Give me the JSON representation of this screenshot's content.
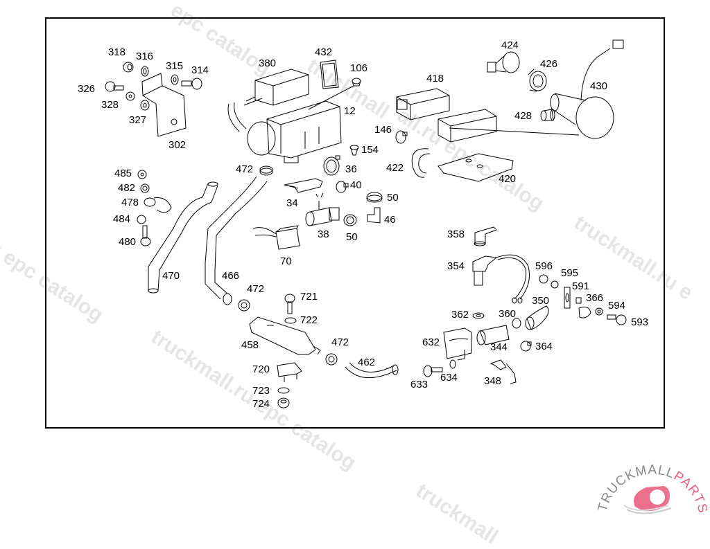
{
  "diagram": {
    "type": "exploded-parts-diagram",
    "callouts": [
      {
        "id": "318",
        "label": "318"
      },
      {
        "id": "316",
        "label": "316"
      },
      {
        "id": "315",
        "label": "315"
      },
      {
        "id": "314",
        "label": "314"
      },
      {
        "id": "326",
        "label": "326"
      },
      {
        "id": "328",
        "label": "328"
      },
      {
        "id": "327",
        "label": "327"
      },
      {
        "id": "302",
        "label": "302"
      },
      {
        "id": "380",
        "label": "380"
      },
      {
        "id": "432",
        "label": "432"
      },
      {
        "id": "106",
        "label": "106"
      },
      {
        "id": "12",
        "label": "12"
      },
      {
        "id": "154",
        "label": "154"
      },
      {
        "id": "472a",
        "label": "472"
      },
      {
        "id": "36",
        "label": "36"
      },
      {
        "id": "40",
        "label": "40"
      },
      {
        "id": "34",
        "label": "34"
      },
      {
        "id": "50a",
        "label": "50"
      },
      {
        "id": "46",
        "label": "46"
      },
      {
        "id": "38",
        "label": "38"
      },
      {
        "id": "50b",
        "label": "50"
      },
      {
        "id": "70",
        "label": "70"
      },
      {
        "id": "418",
        "label": "418"
      },
      {
        "id": "146",
        "label": "146"
      },
      {
        "id": "422",
        "label": "422"
      },
      {
        "id": "420",
        "label": "420"
      },
      {
        "id": "424",
        "label": "424"
      },
      {
        "id": "426",
        "label": "426"
      },
      {
        "id": "430",
        "label": "430"
      },
      {
        "id": "428",
        "label": "428"
      },
      {
        "id": "485",
        "label": "485"
      },
      {
        "id": "482",
        "label": "482"
      },
      {
        "id": "478",
        "label": "478"
      },
      {
        "id": "484",
        "label": "484"
      },
      {
        "id": "480",
        "label": "480"
      },
      {
        "id": "470",
        "label": "470"
      },
      {
        "id": "466",
        "label": "466"
      },
      {
        "id": "472b",
        "label": "472"
      },
      {
        "id": "721",
        "label": "721"
      },
      {
        "id": "722",
        "label": "722"
      },
      {
        "id": "458",
        "label": "458"
      },
      {
        "id": "472c",
        "label": "472"
      },
      {
        "id": "462",
        "label": "462"
      },
      {
        "id": "720",
        "label": "720"
      },
      {
        "id": "723",
        "label": "723"
      },
      {
        "id": "724",
        "label": "724"
      },
      {
        "id": "358",
        "label": "358"
      },
      {
        "id": "354",
        "label": "354"
      },
      {
        "id": "596",
        "label": "596"
      },
      {
        "id": "595",
        "label": "595"
      },
      {
        "id": "591",
        "label": "591"
      },
      {
        "id": "350",
        "label": "350"
      },
      {
        "id": "366",
        "label": "366"
      },
      {
        "id": "594",
        "label": "594"
      },
      {
        "id": "593",
        "label": "593"
      },
      {
        "id": "362",
        "label": "362"
      },
      {
        "id": "360",
        "label": "360"
      },
      {
        "id": "632",
        "label": "632"
      },
      {
        "id": "344",
        "label": "344"
      },
      {
        "id": "364",
        "label": "364"
      },
      {
        "id": "633",
        "label": "633"
      },
      {
        "id": "634",
        "label": "634"
      },
      {
        "id": "348",
        "label": "348"
      }
    ]
  },
  "watermarks": {
    "text_1": "epc catalog",
    "text_2": "truckmall",
    "text_3": "truckmall.ru epc catalog",
    "text_4": "u epc catalog",
    "text_5": "truckmall",
    "text_6": "truckmall.ru e",
    "text_7": "all.ru epc catalog",
    "text_8": "truckmall.ru epc catalog"
  },
  "logo": {
    "brand_part_1": "TRUCKMALL",
    "brand_part_2": "PARTS",
    "colors": {
      "gray": "#8a8a8a",
      "pink": "#e8617f"
    }
  }
}
